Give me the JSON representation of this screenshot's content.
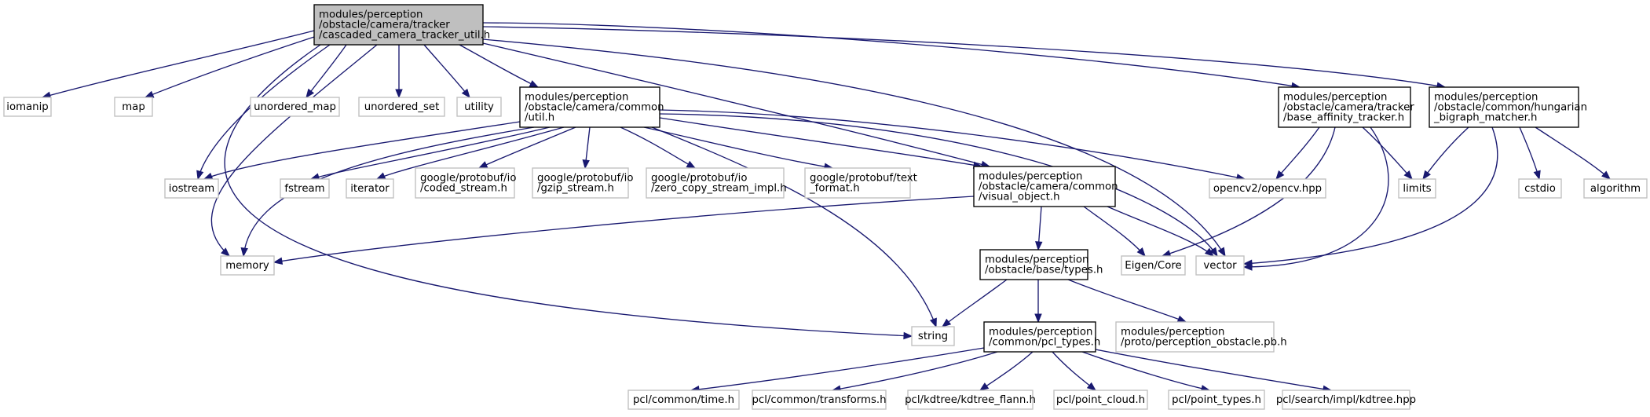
{
  "diagram": {
    "root": "cascaded_camera_tracker_util",
    "nodes": [
      {
        "id": "cascaded_camera_tracker_util",
        "kind": "root",
        "lines": [
          "modules/perception",
          "/obstacle/camera/tracker",
          "/cascaded_camera_tracker_util.h"
        ]
      },
      {
        "id": "iomanip",
        "kind": "external",
        "lines": [
          "iomanip"
        ]
      },
      {
        "id": "map",
        "kind": "external",
        "lines": [
          "map"
        ]
      },
      {
        "id": "unordered_map",
        "kind": "external",
        "lines": [
          "unordered_map"
        ]
      },
      {
        "id": "unordered_set",
        "kind": "external",
        "lines": [
          "unordered_set"
        ]
      },
      {
        "id": "utility",
        "kind": "external",
        "lines": [
          "utility"
        ]
      },
      {
        "id": "camera_common_util",
        "kind": "internal",
        "lines": [
          "modules/perception",
          "/obstacle/camera/common",
          "/util.h"
        ]
      },
      {
        "id": "base_affinity_tracker",
        "kind": "internal",
        "lines": [
          "modules/perception",
          "/obstacle/camera/tracker",
          "/base_affinity_tracker.h"
        ]
      },
      {
        "id": "hungarian_bigraph_matcher",
        "kind": "internal",
        "lines": [
          "modules/perception",
          "/obstacle/common/hungarian",
          "_bigraph_matcher.h"
        ]
      },
      {
        "id": "iostream",
        "kind": "external",
        "lines": [
          "iostream"
        ]
      },
      {
        "id": "fstream",
        "kind": "external",
        "lines": [
          "fstream"
        ]
      },
      {
        "id": "iterator",
        "kind": "external",
        "lines": [
          "iterator"
        ]
      },
      {
        "id": "coded_stream",
        "kind": "external",
        "lines": [
          "google/protobuf/io",
          "/coded_stream.h"
        ]
      },
      {
        "id": "gzip_stream",
        "kind": "external",
        "lines": [
          "google/protobuf/io",
          "/gzip_stream.h"
        ]
      },
      {
        "id": "zero_copy_stream_impl",
        "kind": "external",
        "lines": [
          "google/protobuf/io",
          "/zero_copy_stream_impl.h"
        ]
      },
      {
        "id": "text_format",
        "kind": "external",
        "lines": [
          "google/protobuf/text",
          "_format.h"
        ]
      },
      {
        "id": "visual_object",
        "kind": "internal",
        "lines": [
          "modules/perception",
          "/obstacle/camera/common",
          "/visual_object.h"
        ]
      },
      {
        "id": "opencv",
        "kind": "external",
        "lines": [
          "opencv2/opencv.hpp"
        ]
      },
      {
        "id": "limits",
        "kind": "external",
        "lines": [
          "limits"
        ]
      },
      {
        "id": "cstdio",
        "kind": "external",
        "lines": [
          "cstdio"
        ]
      },
      {
        "id": "algorithm",
        "kind": "external",
        "lines": [
          "algorithm"
        ]
      },
      {
        "id": "memory",
        "kind": "external",
        "lines": [
          "memory"
        ]
      },
      {
        "id": "eigen_core",
        "kind": "external",
        "lines": [
          "Eigen/Core"
        ]
      },
      {
        "id": "vector",
        "kind": "external",
        "lines": [
          "vector"
        ]
      },
      {
        "id": "base_types",
        "kind": "internal",
        "lines": [
          "modules/perception",
          "/obstacle/base/types.h"
        ]
      },
      {
        "id": "string",
        "kind": "external",
        "lines": [
          "string"
        ]
      },
      {
        "id": "pcl_types",
        "kind": "internal",
        "lines": [
          "modules/perception",
          "/common/pcl_types.h"
        ]
      },
      {
        "id": "perception_obstacle_pb",
        "kind": "external",
        "lines": [
          "modules/perception",
          "/proto/perception_obstacle.pb.h"
        ]
      },
      {
        "id": "pcl_time",
        "kind": "external",
        "lines": [
          "pcl/common/time.h"
        ]
      },
      {
        "id": "pcl_transforms",
        "kind": "external",
        "lines": [
          "pcl/common/transforms.h"
        ]
      },
      {
        "id": "kdtree_flann",
        "kind": "external",
        "lines": [
          "pcl/kdtree/kdtree_flann.h"
        ]
      },
      {
        "id": "point_cloud",
        "kind": "external",
        "lines": [
          "pcl/point_cloud.h"
        ]
      },
      {
        "id": "point_types",
        "kind": "external",
        "lines": [
          "pcl/point_types.h"
        ]
      },
      {
        "id": "search_kdtree",
        "kind": "external",
        "lines": [
          "pcl/search/impl/kdtree.hpp"
        ]
      }
    ],
    "edges": [
      [
        "cascaded_camera_tracker_util",
        "iomanip"
      ],
      [
        "cascaded_camera_tracker_util",
        "map"
      ],
      [
        "cascaded_camera_tracker_util",
        "unordered_map"
      ],
      [
        "cascaded_camera_tracker_util",
        "unordered_set"
      ],
      [
        "cascaded_camera_tracker_util",
        "utility"
      ],
      [
        "cascaded_camera_tracker_util",
        "camera_common_util"
      ],
      [
        "cascaded_camera_tracker_util",
        "base_affinity_tracker"
      ],
      [
        "cascaded_camera_tracker_util",
        "hungarian_bigraph_matcher"
      ],
      [
        "cascaded_camera_tracker_util",
        "iostream"
      ],
      [
        "cascaded_camera_tracker_util",
        "memory"
      ],
      [
        "cascaded_camera_tracker_util",
        "string"
      ],
      [
        "cascaded_camera_tracker_util",
        "visual_object"
      ],
      [
        "cascaded_camera_tracker_util",
        "vector"
      ],
      [
        "camera_common_util",
        "iostream"
      ],
      [
        "camera_common_util",
        "fstream"
      ],
      [
        "camera_common_util",
        "iterator"
      ],
      [
        "camera_common_util",
        "coded_stream"
      ],
      [
        "camera_common_util",
        "gzip_stream"
      ],
      [
        "camera_common_util",
        "zero_copy_stream_impl"
      ],
      [
        "camera_common_util",
        "text_format"
      ],
      [
        "camera_common_util",
        "visual_object"
      ],
      [
        "camera_common_util",
        "opencv"
      ],
      [
        "camera_common_util",
        "memory"
      ],
      [
        "camera_common_util",
        "string"
      ],
      [
        "camera_common_util",
        "vector"
      ],
      [
        "base_affinity_tracker",
        "opencv"
      ],
      [
        "base_affinity_tracker",
        "limits"
      ],
      [
        "base_affinity_tracker",
        "eigen_core"
      ],
      [
        "base_affinity_tracker",
        "vector"
      ],
      [
        "hungarian_bigraph_matcher",
        "limits"
      ],
      [
        "hungarian_bigraph_matcher",
        "cstdio"
      ],
      [
        "hungarian_bigraph_matcher",
        "algorithm"
      ],
      [
        "hungarian_bigraph_matcher",
        "vector"
      ],
      [
        "visual_object",
        "memory"
      ],
      [
        "visual_object",
        "eigen_core"
      ],
      [
        "visual_object",
        "vector"
      ],
      [
        "visual_object",
        "base_types"
      ],
      [
        "base_types",
        "string"
      ],
      [
        "base_types",
        "pcl_types"
      ],
      [
        "base_types",
        "perception_obstacle_pb"
      ],
      [
        "pcl_types",
        "pcl_time"
      ],
      [
        "pcl_types",
        "pcl_transforms"
      ],
      [
        "pcl_types",
        "kdtree_flann"
      ],
      [
        "pcl_types",
        "point_cloud"
      ],
      [
        "pcl_types",
        "point_types"
      ],
      [
        "pcl_types",
        "search_kdtree"
      ]
    ]
  },
  "colors": {
    "edge": "#191970",
    "root_fill": "#bfbfbf",
    "root_border": "#000000",
    "internal_fill": "#ffffff",
    "internal_border": "#000000",
    "external_fill": "#ffffff",
    "external_border": "#bfbfbf",
    "text": "#000000"
  }
}
